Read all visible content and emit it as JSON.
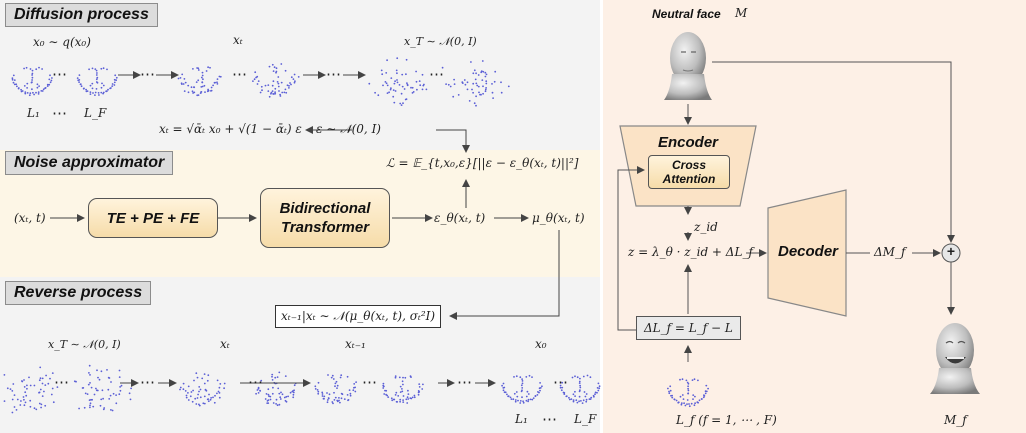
{
  "diffusion": {
    "title": "Diffusion process",
    "x0_label": "x₀ ∼ q(x₀)",
    "xt_label": "xₜ",
    "xT_label": "x_T ∼ 𝒩(0, I)",
    "L1_label": "L₁",
    "dots_label": "⋯",
    "LF_label": "L_F",
    "xt_formula": "xₜ = √ᾱₜ x₀ + √(1 − ᾱₜ) ε",
    "eps_label": "ε ∼ 𝒩(0, I)"
  },
  "noise": {
    "title": "Noise approximator",
    "loss": "ℒ = 𝔼_{t,x₀,ε}[||ε − ε_θ(xₜ, t)||²]",
    "input_label": "(xₜ, t)",
    "te_box": "TE + PE + FE",
    "transformer_box": "Bidirectional Transformer",
    "eps_theta_label": "ε_θ(xₜ, t)",
    "mu_theta_label": "μ_θ(xₜ, t)"
  },
  "reverse": {
    "title": "Reverse process",
    "formula": "xₜ₋₁|xₜ ∼ 𝒩(μ_θ(xₜ, t), σₜ²I)",
    "xT_label": "x_T ∼ 𝒩(0, I)",
    "xt_label": "xₜ",
    "xt1_label": "xₜ₋₁",
    "x0_label": "x₀",
    "L1_label": "L₁",
    "dots_label": "⋯",
    "LF_label": "L_F"
  },
  "right": {
    "neutral_label": "Neutral face",
    "neutral_symbol": "M",
    "encoder_label": "Encoder",
    "cross_attention": "Cross Attention",
    "z_id": "z_id",
    "z_formula": "z = λ_θ · z_id + ΔL_f",
    "decoder_label": "Decoder",
    "delta_m": "ΔM_f",
    "plus": "+",
    "delta_l_formula": "ΔL_f = L_f − L",
    "lf_label": "L_f  (f = 1, ⋯ , F)",
    "mf_label": "M_f"
  }
}
